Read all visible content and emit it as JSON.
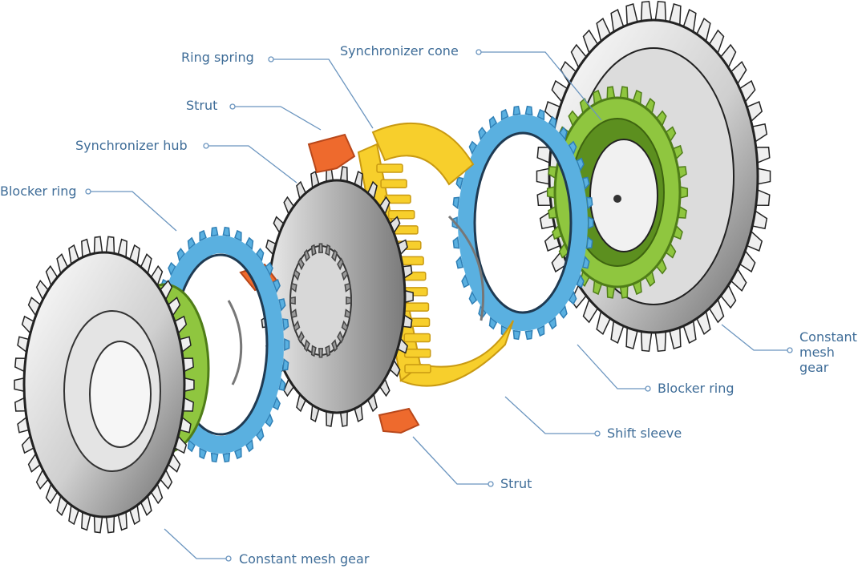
{
  "colors": {
    "label": "#3f6d98",
    "leader": "#6b95bf",
    "gear_light": "#f4f4f4",
    "gear_dark": "#2a2a2a",
    "green": "#8fc63f",
    "green_dark": "#5c8f1f",
    "blue": "#5ab0e0",
    "blue_dark": "#2f7fb5",
    "yellow": "#f7cf2c",
    "yellow_dark": "#c99a12",
    "orange": "#ee6a2d",
    "orange_dark": "#b8471a"
  },
  "callouts": {
    "ring_spring": "Ring spring",
    "synchronizer_cone": "Synchronizer cone",
    "strut_top": "Strut",
    "synchronizer_hub": "Synchronizer hub",
    "blocker_ring_left": "Blocker ring",
    "constant_mesh_gear_right": "Constant mesh gear",
    "blocker_ring_right": "Blocker ring",
    "shift_sleeve": "Shift sleeve",
    "strut_bottom": "Strut",
    "constant_mesh_gear_bottom": "Constant mesh gear"
  }
}
